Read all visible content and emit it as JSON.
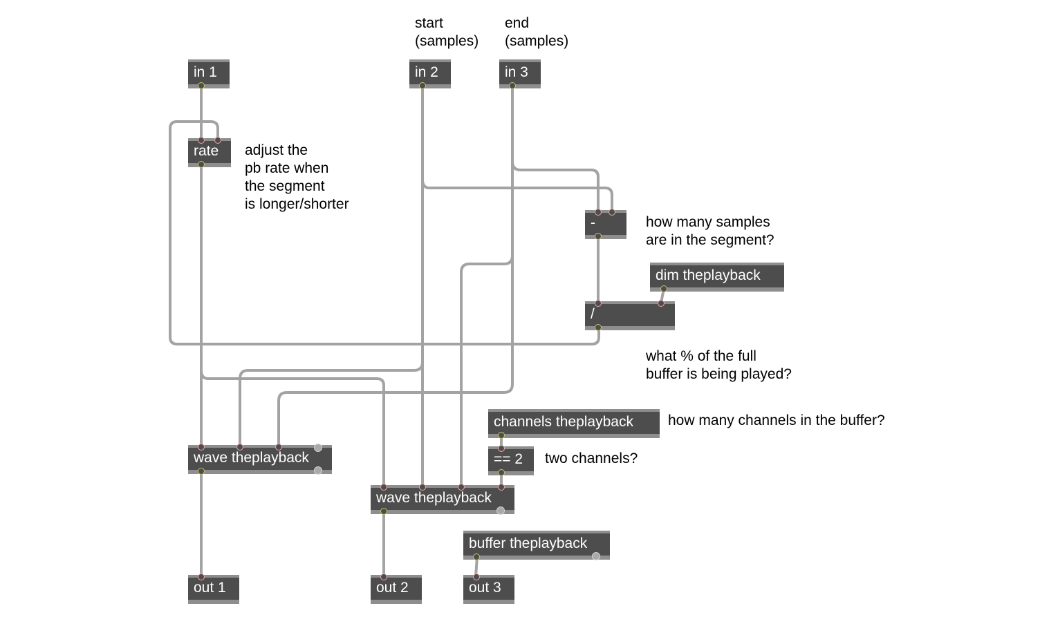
{
  "objects": {
    "in1": {
      "label": "in 1"
    },
    "in2": {
      "label": "in 2"
    },
    "in3": {
      "label": "in 3"
    },
    "rate": {
      "label": "rate"
    },
    "minus": {
      "label": "-"
    },
    "divide": {
      "label": "/"
    },
    "dim": {
      "label": "dim theplayback"
    },
    "channels": {
      "label": "channels theplayback"
    },
    "equals": {
      "label": "== 2"
    },
    "wave1": {
      "label": "wave theplayback"
    },
    "wave2": {
      "label": "wave theplayback"
    },
    "buffer": {
      "label": "buffer theplayback"
    },
    "out1": {
      "label": "out 1"
    },
    "out2": {
      "label": "out 2"
    },
    "out3": {
      "label": "out 3"
    }
  },
  "comments": {
    "start": "start\n(samples)",
    "end": "end\n(samples)",
    "rate": "adjust the\npb rate when\nthe segment\nis longer/shorter",
    "segment": "how many samples\nare in the segment?",
    "percent": "what % of the full\nbuffer is being played?",
    "channels": "how many channels in the buffer?",
    "two": "two channels?"
  },
  "colors": {
    "object_bg": "#4d4d4d",
    "object_border": "#8e8e8e",
    "patch_cord": "#a3a3a3",
    "inlet": "#f0a8a8",
    "outlet": "#c7c16a"
  }
}
